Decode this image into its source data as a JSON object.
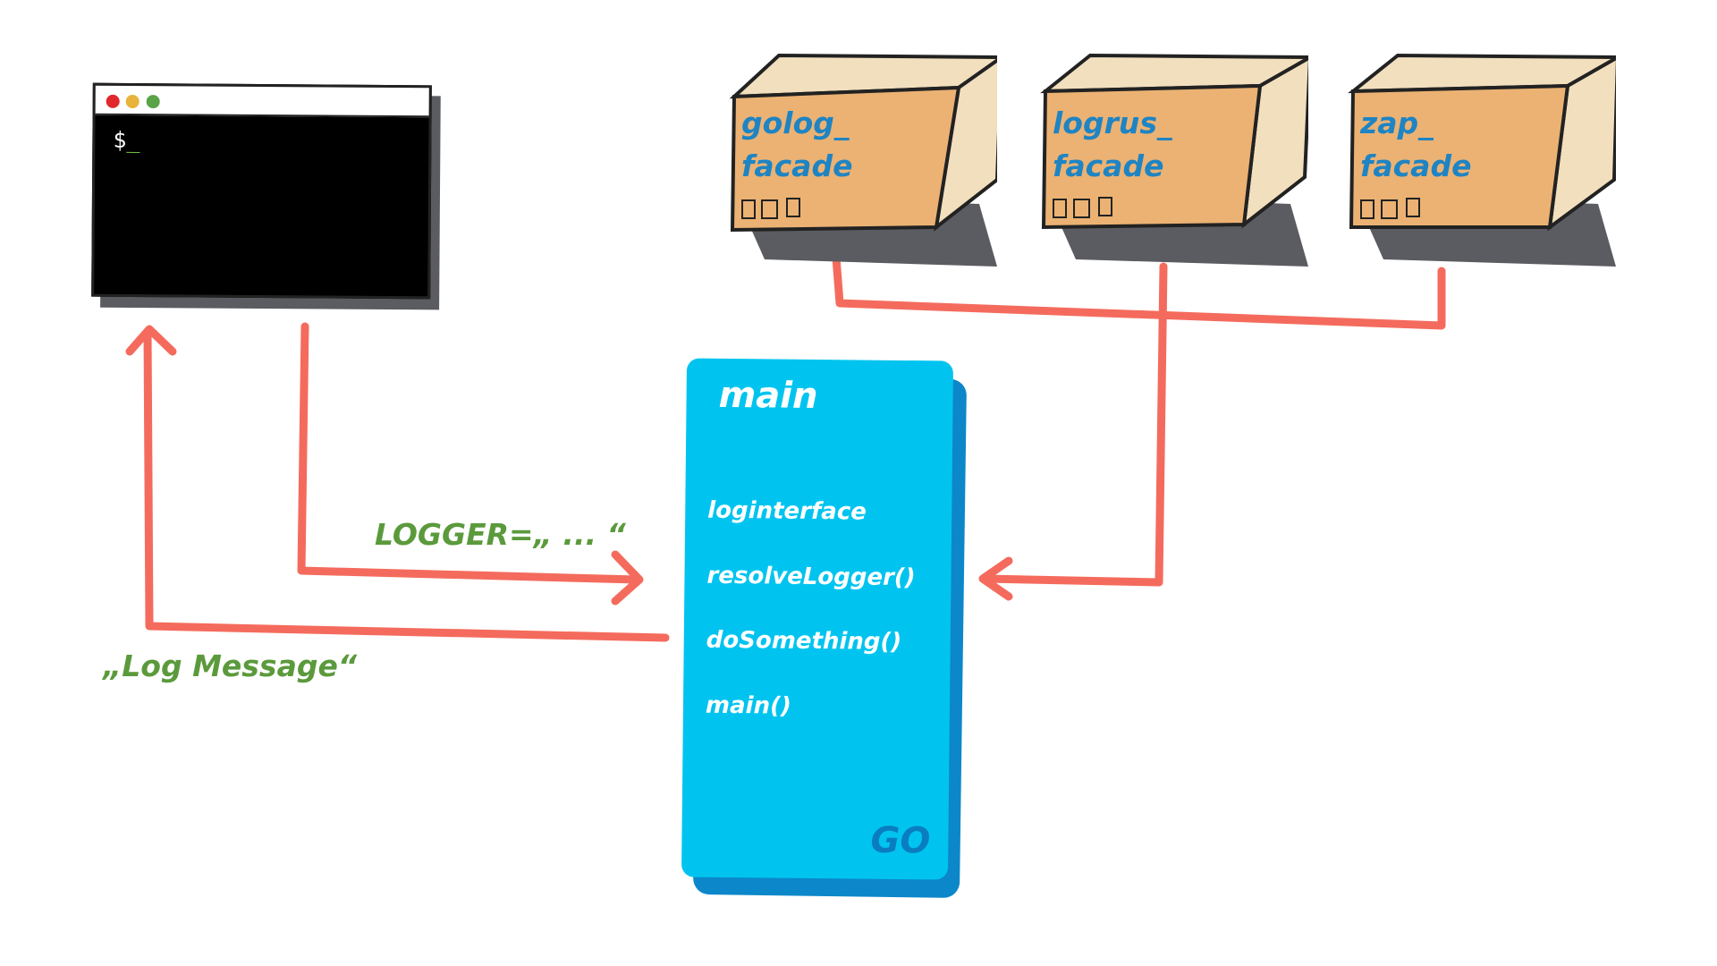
{
  "terminal": {
    "prompt": "$",
    "cursor": "_"
  },
  "packages": [
    {
      "label": "golog_\nfacade"
    },
    {
      "label": "logrus_\nfacade"
    },
    {
      "label": "zap_\nfacade"
    }
  ],
  "main_file": {
    "title": "main",
    "members": [
      "loginterface",
      "resolveLogger()",
      "doSomething()",
      "main()"
    ],
    "badge": "GO"
  },
  "edges": {
    "env_label": "LOGGER=„ ... “",
    "log_label": "„Log Message“"
  },
  "colors": {
    "arrow": "#f46b5d",
    "label_green": "#5b9a3c",
    "box_front": "#ebb273",
    "box_side": "#f2dfbe",
    "go_blue": "#00c4ef",
    "package_text": "#1e84c4"
  }
}
